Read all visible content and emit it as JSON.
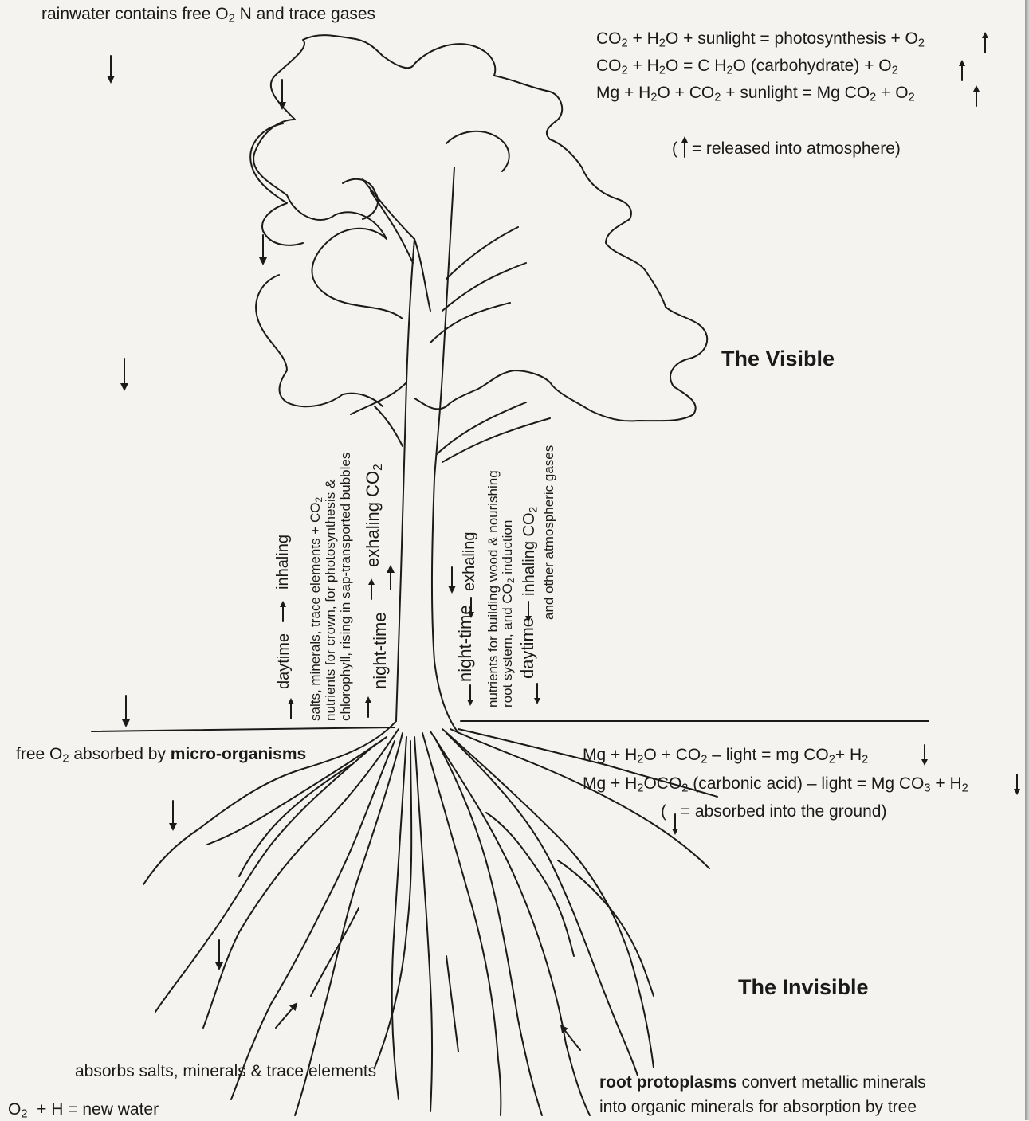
{
  "top_left_note": {
    "prefix": "rainwater contains free O",
    "sub": "2",
    "suffix": " N and trace gases"
  },
  "equations_above": [
    {
      "parts": [
        "CO",
        "2",
        " + H",
        "2",
        "O + sunlight = photosynthesis + O",
        "2"
      ]
    },
    {
      "parts": [
        "CO",
        "2",
        " + H",
        "2",
        "O = C H",
        "2",
        "O (carbohydrate) + O",
        "2"
      ]
    },
    {
      "parts": [
        "Mg + H",
        "2",
        "O + CO",
        "2",
        " + sunlight = Mg CO",
        "2",
        " + O",
        "2"
      ]
    }
  ],
  "legend_up": {
    "open": "(",
    "text": " = released into atmosphere)"
  },
  "title_visible": "The Visible",
  "title_invisible": "The Invisible",
  "left_trunk": {
    "daytime": "daytime",
    "inhaling": "inhaling",
    "desc_line1": "salts, minerals, trace elements + CO",
    "desc_line1_sub": "2",
    "desc_line2": "nutrients for crown, for photosynthesis &",
    "desc_line3": "chlorophyll, rising in sap-transported bubbles",
    "nighttime": "night-time",
    "exhaling": "exhaling CO",
    "exhaling_sub": "2"
  },
  "right_trunk": {
    "nighttime": "night-time",
    "exhaling": "exhaling",
    "desc_line1": "nutrients for building wood & nourishing",
    "desc_line2": "root system, and CO",
    "desc_line2_sub": "2",
    "desc_line2_end": " induction",
    "daytime": "daytime",
    "inhaling": "inhaling CO",
    "inhaling_sub": "2",
    "gases": "and other atmospheric gases"
  },
  "micro_note": {
    "prefix": "free O",
    "sub": "2",
    "mid": " absorbed by ",
    "bold": "micro-organisms"
  },
  "equations_below": [
    {
      "parts": [
        "Mg + H",
        "2",
        "O + CO",
        "2",
        " – light = mg CO",
        "2",
        "+ H",
        "2"
      ]
    },
    {
      "parts": [
        "Mg + H",
        "2",
        "OCO",
        "2",
        " (carbonic acid) – light = Mg CO",
        "3",
        " + H",
        "2"
      ]
    }
  ],
  "legend_down": {
    "open": "(",
    "text": " = absorbed into the ground)"
  },
  "absorbs_note": "absorbs salts, minerals & trace elements",
  "water_note": {
    "prefix": "O",
    "sub": "2",
    "suffix": "  + H = new water"
  },
  "protoplasm_note": {
    "bold": "root protoplasms",
    "line1_rest": " convert metallic minerals",
    "line2": "into organic minerals for absorption by tree"
  },
  "colors": {
    "ink": "#1a1a1a",
    "paper": "#f4f3ef"
  }
}
